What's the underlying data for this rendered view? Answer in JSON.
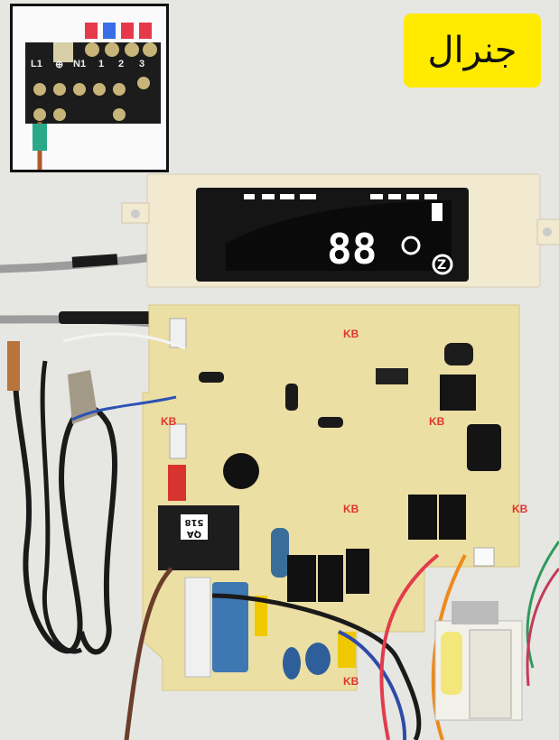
{
  "brand_label": "جنرال",
  "terminal_block": {
    "labels": [
      "L1",
      "⊕",
      "N1",
      "1",
      "2",
      "3"
    ]
  },
  "pcb": {
    "silkscreen_marks": [
      "KB",
      "KB",
      "KB",
      "KB",
      "KB",
      "KB"
    ],
    "relay_sticker": "QA 518"
  },
  "colors": {
    "background": "#e6e6e3",
    "brand_label_bg": "#ffea00",
    "pcb": "#ecdfa3",
    "display_housing": "#f1ead0"
  }
}
